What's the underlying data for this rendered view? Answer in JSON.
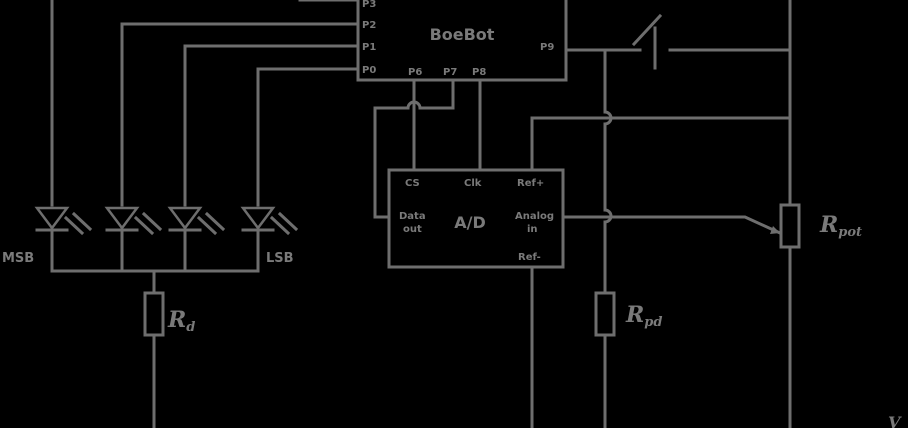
{
  "colors": {
    "background": "#000000",
    "line": "#6e6e6e",
    "text": "#7a7a7a"
  },
  "boebot": {
    "title": "BoeBot",
    "pins_left": [
      "P3",
      "P2",
      "P1",
      "P0"
    ],
    "pins_bottom": [
      "P6",
      "P7",
      "P8"
    ],
    "pin_right": "P9"
  },
  "adc": {
    "title": "A/D",
    "cs": "CS",
    "clk": "Clk",
    "ref_plus": "Ref+",
    "ref_minus": "Ref-",
    "data_out": [
      "Data",
      "out"
    ],
    "analog_in": [
      "Analog",
      "in"
    ]
  },
  "leds": {
    "msb": "MSB",
    "lsb": "LSB"
  },
  "resistors": {
    "rd": {
      "main": "R",
      "sub": "d"
    },
    "rpd": {
      "main": "R",
      "sub": "pd"
    },
    "rpot": {
      "main": "R",
      "sub": "pot"
    }
  },
  "corner": "V"
}
